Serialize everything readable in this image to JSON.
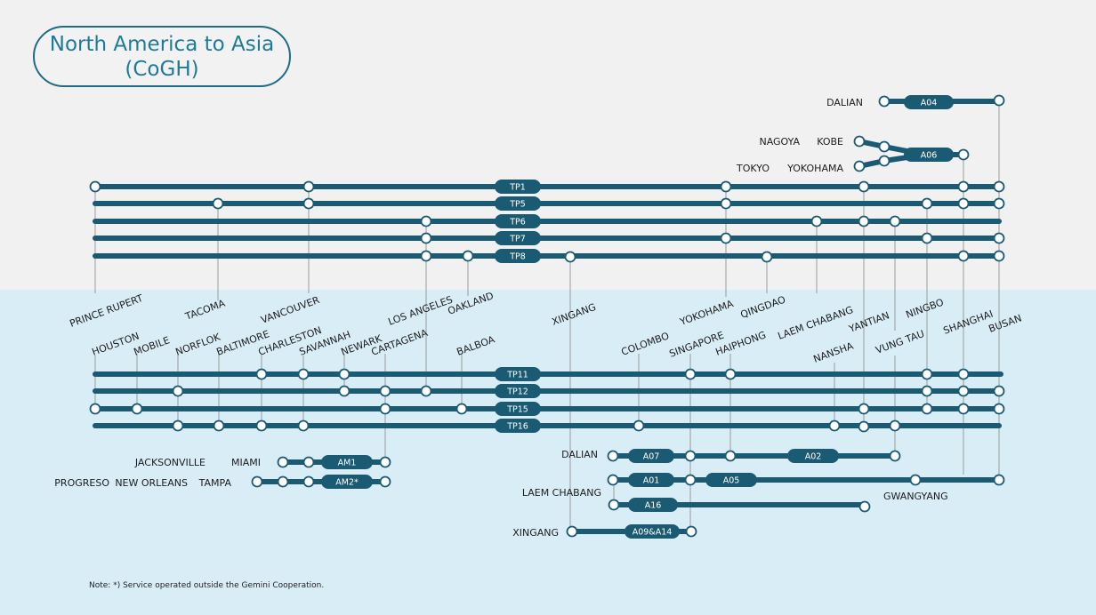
{
  "title": {
    "line1": "North America to Asia",
    "line2": "(CoGH)"
  },
  "note": "Note: *) Service operated outside the Gemini Cooperation.",
  "colors": {
    "line": "#1b5a73",
    "upper_bg": "#f1f1f1",
    "lower_bg": "#d8edf6",
    "connector": "#9a9a9a",
    "node_fill": "#ffffff"
  },
  "stations": {
    "prince_rupert": "PRINCE RUPERT",
    "tacoma": "TACOMA",
    "vancouver": "VANCOUVER",
    "los_angeles": "LOS ANGELES",
    "oakland": "OAKLAND",
    "xingang_n": "XINGANG",
    "yokohama_n": "YOKOHAMA",
    "qingdao": "QINGDAO",
    "laem_chabang_n": "LAEM CHABANG",
    "yantian": "YANTIAN",
    "ningbo": "NINGBO",
    "shanghai": "SHANGHAI",
    "busan": "BUSAN",
    "houston": "HOUSTON",
    "mobile": "MOBILE",
    "norflok": "NORFLOK",
    "baltimore": "BALTIMORE",
    "charleston": "CHARLESTON",
    "savannah": "SAVANNAH",
    "newark": "NEWARK",
    "cartagena": "CARTAGENA",
    "balboa": "BALBOA",
    "colombo": "COLOMBO",
    "singapore": "SINGAPORE",
    "haiphong": "HAIPHONG",
    "nansha": "NANSHA",
    "vung_tau": "VUNG TAU",
    "dalian_top": "DALIAN",
    "nagoya": "NAGOYA",
    "kobe": "KOBE",
    "tokyo": "TOKYO",
    "yokohama_top": "YOKOHAMA",
    "jacksonville": "JACKSONVILLE",
    "miami": "MIAMI",
    "progreso": "PROGRESO",
    "new_orleans": "NEW ORLEANS",
    "tampa": "TAMPA",
    "dalian_asia": "DALIAN",
    "laem_chabang_asia": "LAEM CHABANG",
    "xingang_asia": "XINGANG",
    "gwangyang": "GWANGYANG"
  },
  "services": {
    "transpacific": [
      "TP1",
      "TP5",
      "TP6",
      "TP7",
      "TP8"
    ],
    "transatlantic": [
      "TP11",
      "TP12",
      "TP15",
      "TP16"
    ],
    "americas": [
      "AM1",
      "AM2*"
    ],
    "asia": [
      "A04",
      "A06",
      "A07",
      "A02",
      "A01",
      "A05",
      "A16",
      "A09&A14"
    ]
  }
}
